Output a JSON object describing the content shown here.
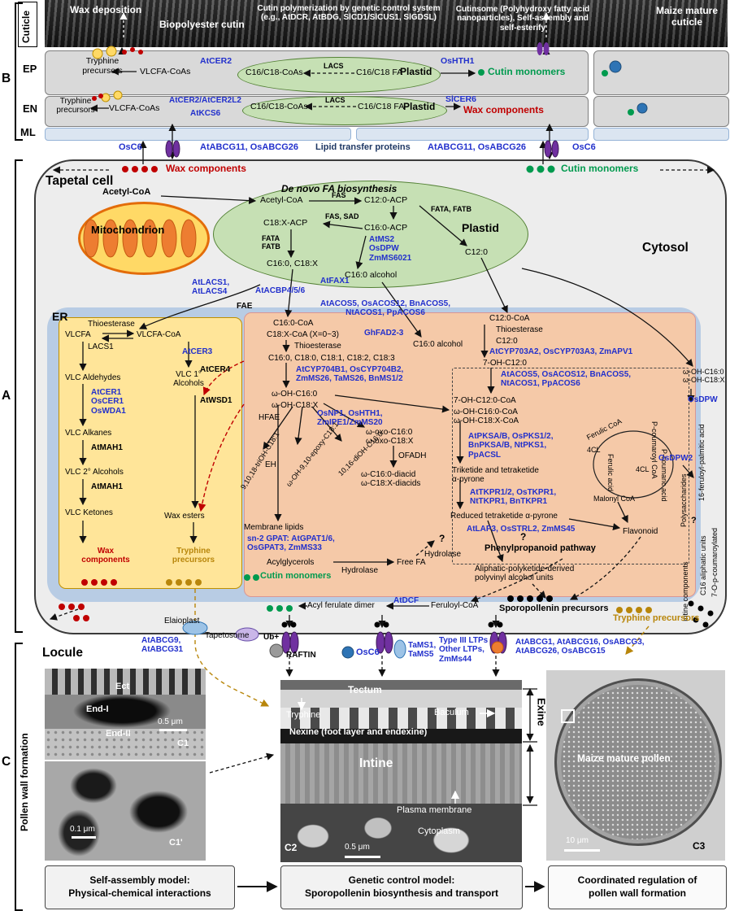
{
  "colors": {
    "gene_blue": "#2230cc",
    "wax_red": "#c00000",
    "cutin_green": "#009a4e",
    "tryphine_gold": "#b8860b",
    "plastid_green": "#c6e0b4",
    "er_blue": "#b8cce4",
    "wax_box_yellow": "#ffe599",
    "cutin_box_pink": "#f5c9a8",
    "mito_orange": "#e36c0a",
    "transporter_purple": "#7030a0"
  },
  "left": {
    "panel_b": "B",
    "panel_a": "A",
    "panel_c": "C",
    "cuticle": "Cuticle",
    "ep": "EP",
    "en": "EN",
    "ml": "ML",
    "pollen_wall": "Pollen wall formation"
  },
  "band": {
    "wax_deposition": "Wax deposition",
    "biopolyester": "Biopolyester cutin",
    "polymerization": "Cutin polymerization by genetic control system (e.g., AtDCR, AtBDG, SlCD1/SlCUS1, SlGDSL)",
    "cutinsome": "Cutinsome (Polyhydroxy fatty acid nanoparticles), Self-assembly and self-esterify",
    "maize_cuticle": "Maize mature cuticle"
  },
  "ep": {
    "tryphine": "Tryphine\nprecursors",
    "vlcfa": "VLCFA-CoAs",
    "atcer2": "AtCER2",
    "coas": "C16/C18-CoAs",
    "lacs": "LACS",
    "fa": "C16/C18 FA",
    "plastid": "Plastid",
    "oshth1": "OsHTH1",
    "cutin_monomers": "Cutin monomers"
  },
  "en": {
    "tryphine": "Tryphine\nprecursors",
    "vlcfa": "VLCFA-CoAs",
    "atcer2": "AtCER2/AtCER2L2",
    "atkcs6": "AtKCS6",
    "coas": "C16/C18-CoAs",
    "lacs": "LACS",
    "fa": "C16/C18 FA",
    "plastid": "Plastid",
    "slcer6": "SlCER6",
    "wax_components": "Wax components"
  },
  "ml": {
    "osc6_left": "OsC6",
    "abcg_left": "AtABCG11, OsABCG26",
    "ltp": "Lipid transfer proteins",
    "abcg_right": "AtABCG11, OsABCG26",
    "osc6_right": "OsC6"
  },
  "cell": {
    "title": "Tapetal cell",
    "cytosol": "Cytosol",
    "wax_components": "Wax components",
    "cutin_monomers": "Cutin monomers",
    "acetyl": "Acetyl-CoA",
    "mitochondrion": "Mitochondrion"
  },
  "plastid": {
    "title": "De novo FA biosynthesis",
    "acetyl": "Acetyl-CoA",
    "fas": "FAS",
    "c12acp": "C12:0-ACP",
    "c18xacp": "C18:X-ACP",
    "fassad": "FAS, SAD",
    "c16acp": "C16:0-ACP",
    "fata_left": "FATA\nFATB",
    "atms2": "AtMS2\nOsDPW\nZmMS6021",
    "fata_right": "FATA, FATB",
    "c12": "C12:0",
    "c16c18": "C16:0, C18:X",
    "c16_alcohol": "C16:0 alcohol",
    "name": "Plastid"
  },
  "er": {
    "label": "ER",
    "atlacs": "AtLACS1,\nAtLACS4",
    "atacbp": "AtACBP4/5/6",
    "atfax1": "AtFAX1",
    "fae": "FAE"
  },
  "wax": {
    "thioesterase": "Thioesterase",
    "vlcfa": "VLCFA",
    "vlcfa_coa": "VLCFA-CoA",
    "lacs1": "LACS1",
    "atcer3": "AtCER3",
    "atcer4": "AtCER4",
    "vlc_aldehydes": "VLC Aldehydes",
    "atcer1": "AtCER1\nOsCER1\nOsWDA1",
    "vlc_alkanes": "VLC Alkanes",
    "atmah1_a": "AtMAH1",
    "vlc_2_alcohols": "VLC 2° Alcohols",
    "atmah1_b": "AtMAH1",
    "vlc_ketones": "VLC Ketones",
    "vlc_1_alcohols": "VLC 1°\nAlcohols",
    "atwsd1": "AtWSD1",
    "wax_esters": "Wax esters",
    "wax_components": "Wax\ncomponents",
    "tryphine": "Tryphine\nprecursors"
  },
  "cutin": {
    "acos_top": "AtACOS5, OsACOS12, BnACOS5,\nNtACOS1, PpACOS6",
    "c16coa": "C16:0-CoA",
    "c18xcoa": "C18:X-CoA  (X=0~3)",
    "thioesterase": "Thioesterase",
    "ghfad": "GhFAD2-3",
    "c16_alcohol": "C16:0 alcohol",
    "fa_series": "C16:0, C18:0, C18:1, C18:2, C18:3",
    "cyp704": "AtCYP704B1, OsCYP704B2,\nZmMS26, TaMS26, BnMS1/2",
    "woh_c16": "ω-OH-C16:0",
    "woh_c18": "ω-OH-C18:X",
    "hfae": "HFAE",
    "osnp1": "OsNP1, OsHTH1,\nZmIPE1/ZmMS20",
    "trioh": "9,10,18-triOH-C18:1",
    "eh": "EH",
    "epoxy": "ω-OH-9,10-epoxy-C18:1",
    "dioh": "10,16-diOH-C16:0",
    "woxo": "ω-oxo-C16:0\nω-oxo-C18:X",
    "ofadh": "OFADH",
    "diacids": "ω-C16:0-diacid\nω-C18:X-diacids",
    "membrane_lipids": "Membrane lipids",
    "gpat": "sn-2 GPAT: AtGPAT1/6,\nOsGPAT3, ZmMS33",
    "acylglycerols": "Acylglycerols",
    "hydrolase1": "Hydrolase",
    "free_fa": "Free FA",
    "cutin_monomers": "Cutin monomers",
    "hydrolase2": "Hydrolase",
    "q_free": "?"
  },
  "sporo": {
    "c12coa": "C12:0-CoA",
    "thioesterase": "Thioesterase",
    "c12": "C12:0",
    "cyp703": "AtCYP703A2, OsCYP703A3, ZmAPV1",
    "ohc12": "7-OH-C12:0",
    "acos": "AtACOS5, OsACOS12, BnACOS5,\nNtACOS1, PpACOS6",
    "ohc12coa": "7-OH-C12:0-CoA",
    "wohcoa": "ω-OH-C16:0-CoA\nω-OH-C18:X-CoA",
    "pks": "AtPKSA/B, OsPKS1/2,\nBnPKSA/B, NtPKS1,\nPpACSL",
    "triketide": "Triketide and tetraketide\nα-pyrone",
    "tkpr": "AtTKPR1/2, OsTKPR1,\nNtTKPR1, BnTKPR1",
    "reduced": "Reduced tetraketide α-pyrone",
    "lap3": "AtLAP3, OsSTRL2, ZmMS45",
    "phenyl": "Phenylpropanoid pathway",
    "ferulic_coa": "Ferulic CoA",
    "cl4_1": "4CL",
    "p_coumaroyl": "P-coumaroyl CoA",
    "ferulic_acid": "Ferulic acid",
    "p_coumaric": "P-coumaric acid",
    "cl4_2": "4CL",
    "malonyl": "Malonyl CoA",
    "flavonoid": "Flavonoid",
    "osdpw2": "OsDPW2",
    "aliphatic": "Aliphatic-polyketide-derived\npolyvinyl alcohol units",
    "q_flavonoid": "?"
  },
  "right_edge": {
    "woh": "ω-OH-C16:0\nω-OH-C18:X",
    "osdpw": "OsDPW",
    "feruloyl_palmitic": "16-feruloyl-palmitic acid",
    "polysaccharides": "Polysaccharides",
    "coumaroylated": "7-O-p-coumaroylated",
    "c16_units": "C16 aliphatic units",
    "q": "?",
    "intine_components": "Intine components"
  },
  "cell_bottom": {
    "acyl_ferulate": "Acyl ferulate dimer",
    "atdcf": "AtDCF",
    "feruloyl_coa": "Feruloyl-CoA",
    "sporopollenin": "Sporopollenin precursors",
    "tryphine": "Tryphine precursors",
    "elaioplast": "Elaioplast",
    "tapetosome": "Tapetosome"
  },
  "transport": {
    "abcg9": "AtABCG9,\nAtABCG31",
    "ub": "Ub+",
    "raftin": "RAFTIN",
    "osc6": "OsC6",
    "tams": "TaMS1,\nTaMS5",
    "type3": "Type III LTPs\nOther LTPs,\nZmMs44",
    "abcg1": "AtABCG1, AtABCG16, OsABCG3,\nAtABCG26, OsABCG15"
  },
  "pollen": {
    "locule": "Locule",
    "ect": "Ect",
    "end1": "End-I",
    "end2": "End-II",
    "scale_c1": "0.5 μm",
    "c1": "C1",
    "scale_c1p": "0.1 μm",
    "c1p": "C1'",
    "tectum": "Tectum",
    "tryphine": "Tryphine",
    "baculum": "Baculum",
    "nexine": "Nexine (foot layer and endexine)",
    "intine": "Intine",
    "plasma": "Plasma membrane",
    "cytoplasm": "Cytoplasm",
    "c2": "C2",
    "scale_c2": "0.5 μm",
    "exine": "Exine",
    "maize_pollen": "Maize mature pollen",
    "scale_c3": "10 μm",
    "c3": "C3"
  },
  "models": {
    "box1": "Self-assembly model:\nPhysical-chemical interactions",
    "box2": "Genetic control model:\nSporopollenin biosynthesis and transport",
    "box3": "Coordinated regulation of\npollen wall formation"
  }
}
